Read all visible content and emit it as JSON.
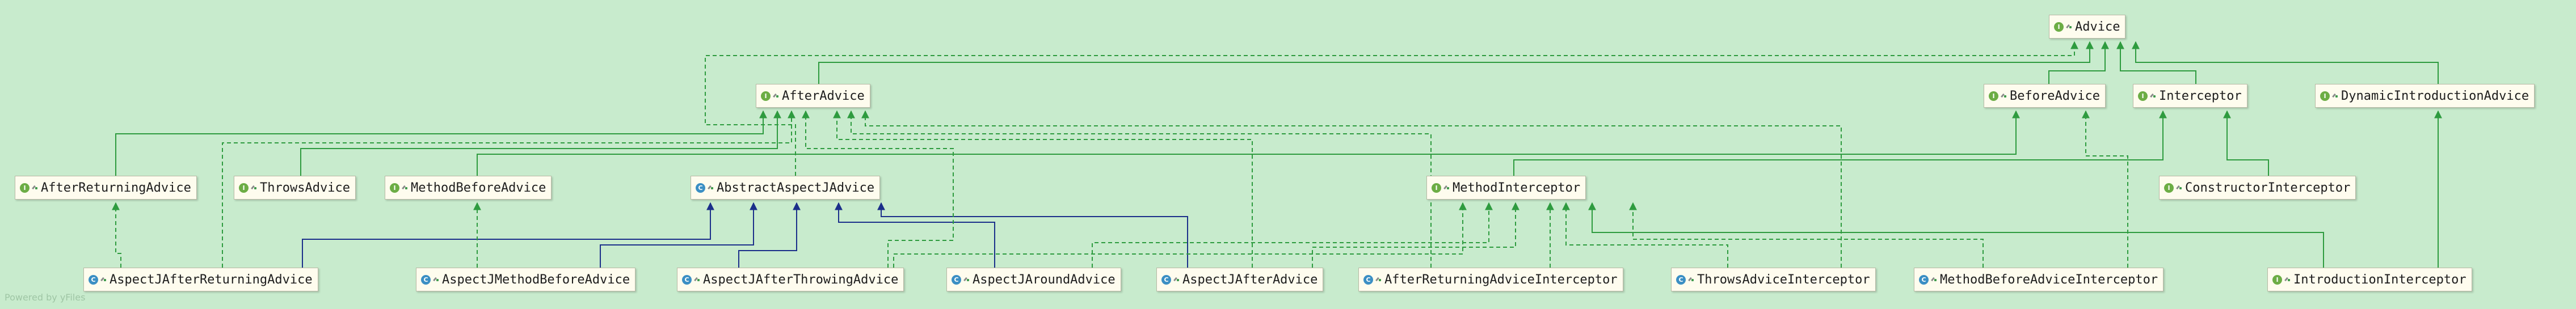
{
  "diagram": {
    "watermark": "Powered by yFiles",
    "colors": {
      "background": "#c8ebcd",
      "inherit_line": "#2e9b3f",
      "class_inherit_line": "#1b2f8a",
      "implement_line": "#2e9b3f",
      "node_fill": "#fefcee",
      "interface_icon": "#6cad45",
      "class_icon": "#3b8fc4"
    },
    "nodes": [
      {
        "id": "advice",
        "label": "Advice",
        "kind": "interface"
      },
      {
        "id": "after_advice",
        "label": "AfterAdvice",
        "kind": "interface"
      },
      {
        "id": "before_advice",
        "label": "BeforeAdvice",
        "kind": "interface"
      },
      {
        "id": "interceptor",
        "label": "Interceptor",
        "kind": "interface"
      },
      {
        "id": "dynamic_intro",
        "label": "DynamicIntroductionAdvice",
        "kind": "interface"
      },
      {
        "id": "after_returning",
        "label": "AfterReturningAdvice",
        "kind": "interface"
      },
      {
        "id": "throws_advice",
        "label": "ThrowsAdvice",
        "kind": "interface"
      },
      {
        "id": "method_before",
        "label": "MethodBeforeAdvice",
        "kind": "interface"
      },
      {
        "id": "abstract_aspectj",
        "label": "AbstractAspectJAdvice",
        "kind": "class"
      },
      {
        "id": "method_interceptor",
        "label": "MethodInterceptor",
        "kind": "interface"
      },
      {
        "id": "constructor_interceptor",
        "label": "ConstructorInterceptor",
        "kind": "interface"
      },
      {
        "id": "aj_after_returning",
        "label": "AspectJAfterReturningAdvice",
        "kind": "class"
      },
      {
        "id": "aj_method_before",
        "label": "AspectJMethodBeforeAdvice",
        "kind": "class"
      },
      {
        "id": "aj_after_throwing",
        "label": "AspectJAfterThrowingAdvice",
        "kind": "class"
      },
      {
        "id": "aj_around",
        "label": "AspectJAroundAdvice",
        "kind": "class"
      },
      {
        "id": "aj_after",
        "label": "AspectJAfterAdvice",
        "kind": "class"
      },
      {
        "id": "after_returning_interceptor",
        "label": "AfterReturningAdviceInterceptor",
        "kind": "class"
      },
      {
        "id": "throws_interceptor",
        "label": "ThrowsAdviceInterceptor",
        "kind": "class"
      },
      {
        "id": "method_before_interceptor",
        "label": "MethodBeforeAdviceInterceptor",
        "kind": "class"
      },
      {
        "id": "introduction_interceptor",
        "label": "IntroductionInterceptor",
        "kind": "interface"
      }
    ]
  }
}
